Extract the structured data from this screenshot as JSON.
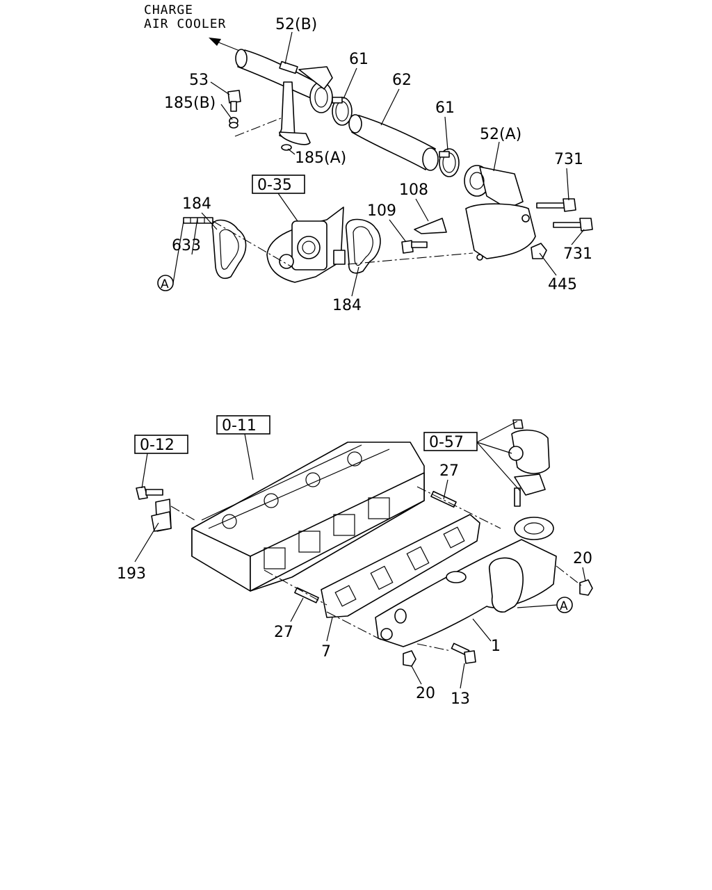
{
  "notes": {
    "charge_line1": "CHARGE",
    "charge_line2": "AIR COOLER"
  },
  "callouts": {
    "c52b": "52(B)",
    "c53": "53",
    "c185b": "185(B)",
    "c61a": "61",
    "c62": "62",
    "c61b": "61",
    "c185a": "185(A)",
    "c52a": "52(A)",
    "c731a": "731",
    "c108": "108",
    "c109": "109",
    "c731b": "731",
    "c184a": "184",
    "c633": "633",
    "c445": "445",
    "c184b": "184",
    "c27a": "27",
    "c193": "193",
    "c20a": "20",
    "c27b": "27",
    "c7": "7",
    "c1": "1",
    "c20b": "20",
    "c13": "13"
  },
  "refs": {
    "r035": "0-35",
    "r011": "0-11",
    "r012": "0-12",
    "r057": "0-57",
    "markA_top": "A",
    "markA_bottom": "A"
  }
}
